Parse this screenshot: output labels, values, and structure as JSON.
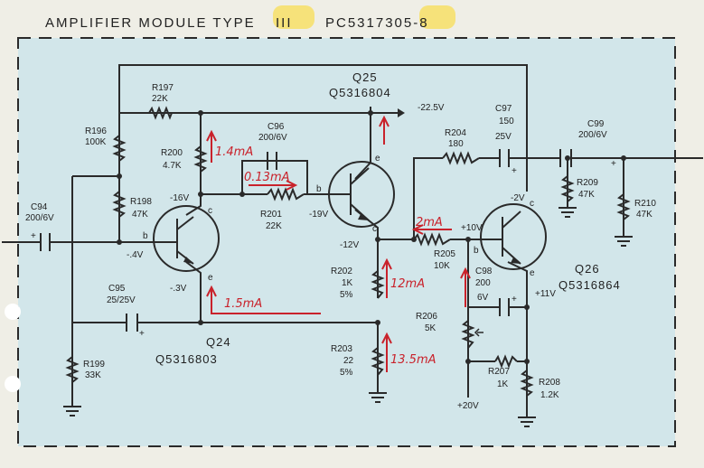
{
  "title": "AMPLIFIER MODULE TYPE",
  "type_numeral": "III",
  "part_number": "PC5317305-8",
  "transistors": {
    "q25": {
      "ref": "Q25",
      "part": "Q5316804"
    },
    "q24": {
      "ref": "Q24",
      "part": "Q5316803"
    },
    "q26": {
      "ref": "Q26",
      "part": "Q5316864"
    }
  },
  "components": {
    "r197": {
      "ref": "R197",
      "value": "22K"
    },
    "r196": {
      "ref": "R196",
      "value": "100K"
    },
    "r200": {
      "ref": "R200",
      "value": "4.7K"
    },
    "c96": {
      "ref": "C96",
      "value": "200/6V"
    },
    "r198": {
      "ref": "R198",
      "value": "47K"
    },
    "r201": {
      "ref": "R201",
      "value": "22K"
    },
    "c94": {
      "ref": "C94",
      "value": "200/6V"
    },
    "c95": {
      "ref": "C95",
      "value": "25/25V"
    },
    "r199": {
      "ref": "R199",
      "value": "33K"
    },
    "r202": {
      "ref": "R202",
      "value": "1K",
      "tol": "5%"
    },
    "r203": {
      "ref": "R203",
      "value": "22",
      "tol": "5%"
    },
    "r204": {
      "ref": "R204",
      "value": "180"
    },
    "c97": {
      "ref": "C97",
      "value": "150",
      "volt": "25V"
    },
    "c99": {
      "ref": "C99",
      "value": "200/6V"
    },
    "r209": {
      "ref": "R209",
      "value": "47K"
    },
    "r210": {
      "ref": "R210",
      "value": "47K"
    },
    "r205": {
      "ref": "R205",
      "value": "10K"
    },
    "c98": {
      "ref": "C98",
      "value": "200",
      "volt": "6V"
    },
    "r206": {
      "ref": "R206",
      "value": "5K"
    },
    "r207": {
      "ref": "R207",
      "value": "1K"
    },
    "r208": {
      "ref": "R208",
      "value": "1.2K"
    }
  },
  "voltages": {
    "rail": "-22.5V",
    "q24_collector": "-16V",
    "q25_base": "-19V",
    "q24_base": "-.4V",
    "q24_emitter": "-.3V",
    "q25_emitter": "-12V",
    "q26_base": "+10V",
    "q26_collector": "-2V",
    "q26_emitter": "+11V",
    "supply": "+20V"
  },
  "pins": {
    "b": "b",
    "c": "c",
    "e": "e"
  },
  "annotations": {
    "a1": "1.4mA",
    "a2": "0.13mA",
    "a3": "2mA",
    "a4": "1.5mA",
    "a5": "12mA",
    "a6": "13.5mA"
  },
  "colors": {
    "ink": "#2a2a2a",
    "annotation": "#c9222b",
    "highlight": "#f6e27a",
    "panel": "#d2e6ea"
  }
}
